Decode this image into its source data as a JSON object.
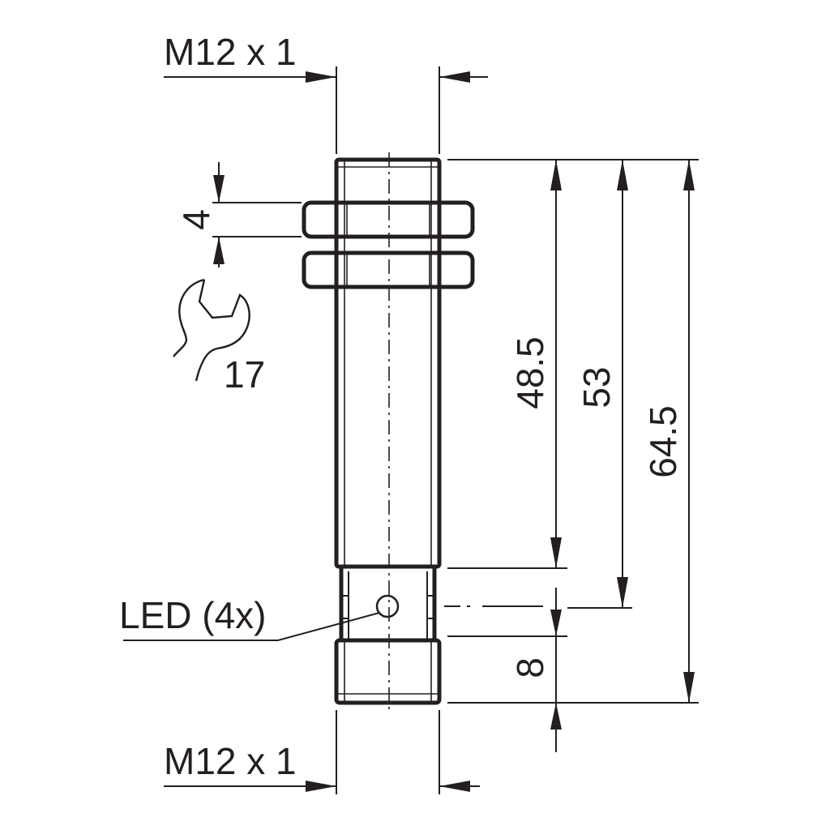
{
  "labels": {
    "thread_top": "M12 x 1",
    "thread_bottom": "M12 x 1",
    "nut_height": "4",
    "wrench_size": "17",
    "dim_thread_length": "48.5",
    "dim_led_position": "53",
    "dim_total_length": "64.5",
    "dim_connector_length": "8",
    "led_callout": "LED (4x)"
  }
}
